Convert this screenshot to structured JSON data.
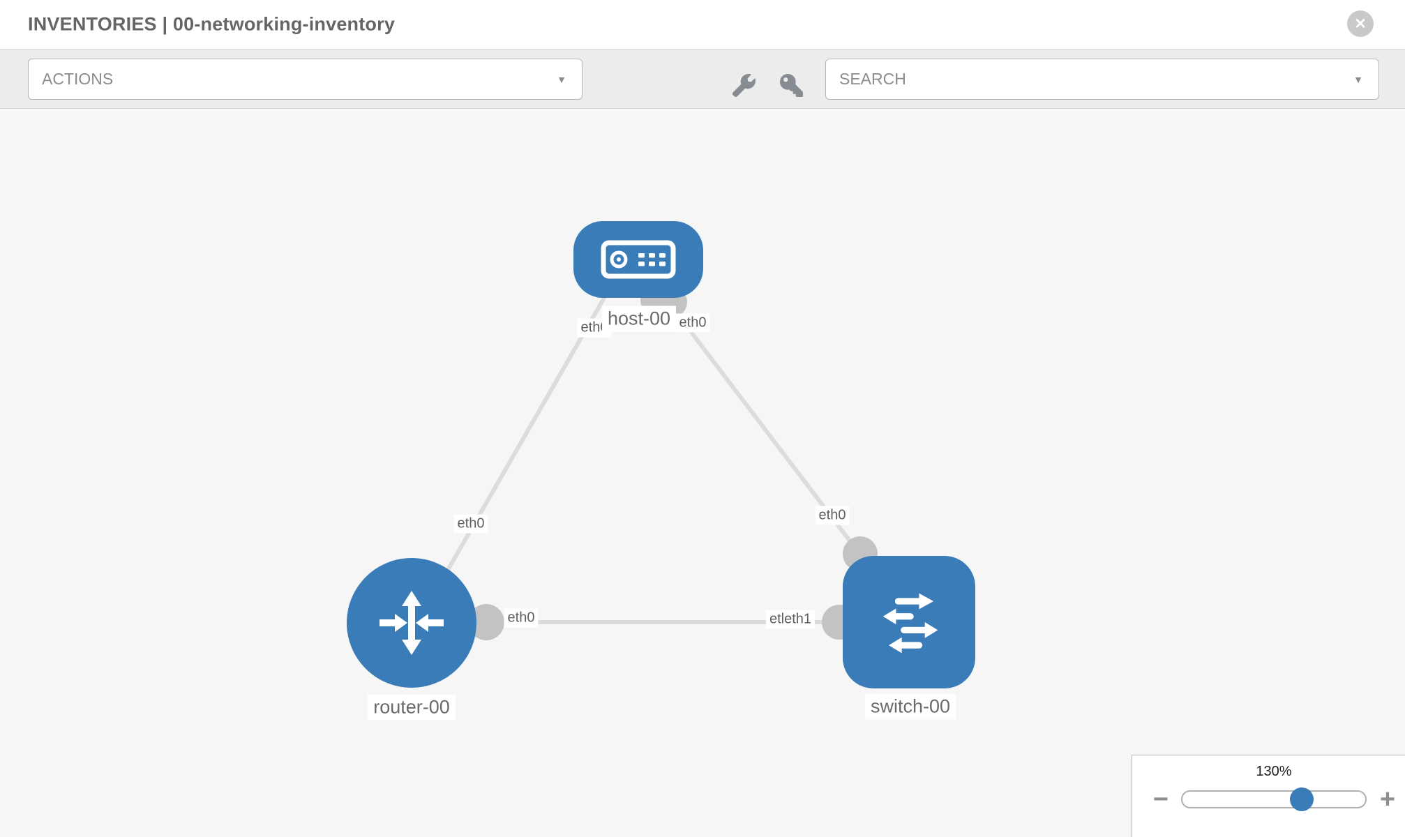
{
  "header": {
    "title": "INVENTORIES | 00-networking-inventory"
  },
  "icons": {
    "close": "✕",
    "caret": "▼",
    "minus": "−",
    "plus": "+",
    "toolbar": [
      "wrench-icon",
      "key-icon"
    ]
  },
  "toolbar": {
    "actions_label": "ACTIONS",
    "search_label": "SEARCH"
  },
  "topology": {
    "nodes": [
      {
        "name": "host-00",
        "type": "host"
      },
      {
        "name": "router-00",
        "type": "router"
      },
      {
        "name": "switch-00",
        "type": "switch"
      }
    ],
    "links": [
      {
        "from": "host-00",
        "to": "router-00"
      },
      {
        "from": "host-00",
        "to": "switch-00"
      },
      {
        "from": "router-00",
        "to": "switch-00"
      }
    ],
    "interface_labels": [
      {
        "text": "eth0"
      },
      {
        "text": "eth0"
      },
      {
        "text": "eth0"
      },
      {
        "text": "eth0"
      },
      {
        "text": "eth0"
      },
      {
        "text": "etleth1"
      }
    ]
  },
  "zoom_control": {
    "value": "130%"
  },
  "colors": {
    "node_blue": "#3a7cb8",
    "link_gray": "#dcdcdc",
    "connector_gray": "#c3c3c3",
    "canvas_bg": "#f6f6f6"
  }
}
